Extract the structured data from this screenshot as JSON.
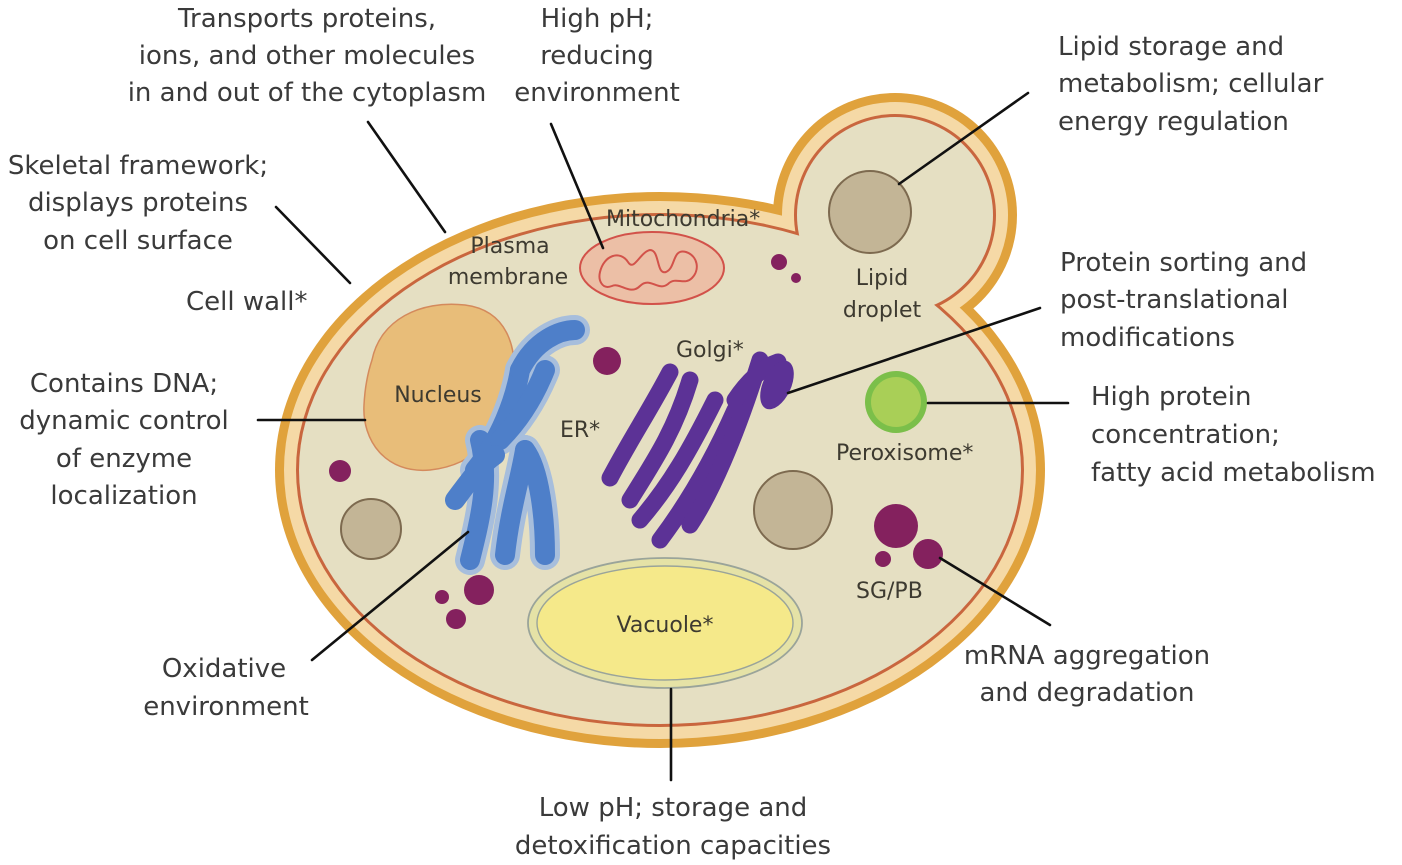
{
  "title": "Yeast cell compartments and their functions",
  "colors": {
    "background": "#ffffff",
    "cell_wall": "#e0a23c",
    "periplasm": "#f5d9a6",
    "plasma_membrane": "#c9663e",
    "cytoplasm": "#e5dfc2",
    "nucleus": "#e8bd79",
    "nucleus_outline": "#d48a5c",
    "er": "#4e7fc9",
    "er_halo": "#a7bedc",
    "golgi": "#5c3296",
    "mitochondria_fill": "#ecbfa6",
    "mitochondria_outline": "#d2524a",
    "lipid_droplet": "#c3b596",
    "lipid_droplet_outline": "#7d6a4f",
    "peroxisome": "#a9cf57",
    "peroxisome_rim": "#7bbf4a",
    "granule": "#84215e",
    "vacuole": "#f5e98a",
    "vacuole_rim": "#e5e2a6",
    "vacuole_outline": "#9aa49a",
    "text": "#3a3a3a",
    "leader": "#111111"
  },
  "organelles": {
    "cell_wall": "Cell wall*",
    "plasma_membrane": [
      "Plasma",
      "membrane"
    ],
    "mitochondria": "Mitochondria*",
    "lipid_droplet": [
      "Lipid",
      "droplet"
    ],
    "golgi": "Golgi*",
    "nucleus": "Nucleus",
    "er": "ER*",
    "peroxisome": "Peroxisome*",
    "sg_pb": "SG/PB",
    "vacuole": "Vacuole*"
  },
  "annotations": {
    "plasma_membrane": [
      "Transports proteins,",
      "ions, and other molecules",
      "in and out of the cytoplasm"
    ],
    "mitochondria": [
      "High pH;",
      "reducing",
      "environment"
    ],
    "lipid_droplet": [
      "Lipid storage and",
      "metabolism; cellular",
      "energy regulation"
    ],
    "cell_wall": [
      "Skeletal framework;",
      "displays proteins",
      "on cell surface"
    ],
    "golgi": [
      "Protein sorting and",
      "post-translational",
      "modifications"
    ],
    "nucleus": [
      "Contains DNA;",
      "dynamic control",
      "of enzyme",
      "localization"
    ],
    "peroxisome": [
      "High protein",
      "concentration;",
      "fatty acid metabolism"
    ],
    "er": [
      "Oxidative",
      "environment"
    ],
    "sg_pb": [
      "mRNA aggregation",
      "and degradation"
    ],
    "vacuole": [
      "Low pH; storage and",
      "detoxification capacities"
    ]
  }
}
